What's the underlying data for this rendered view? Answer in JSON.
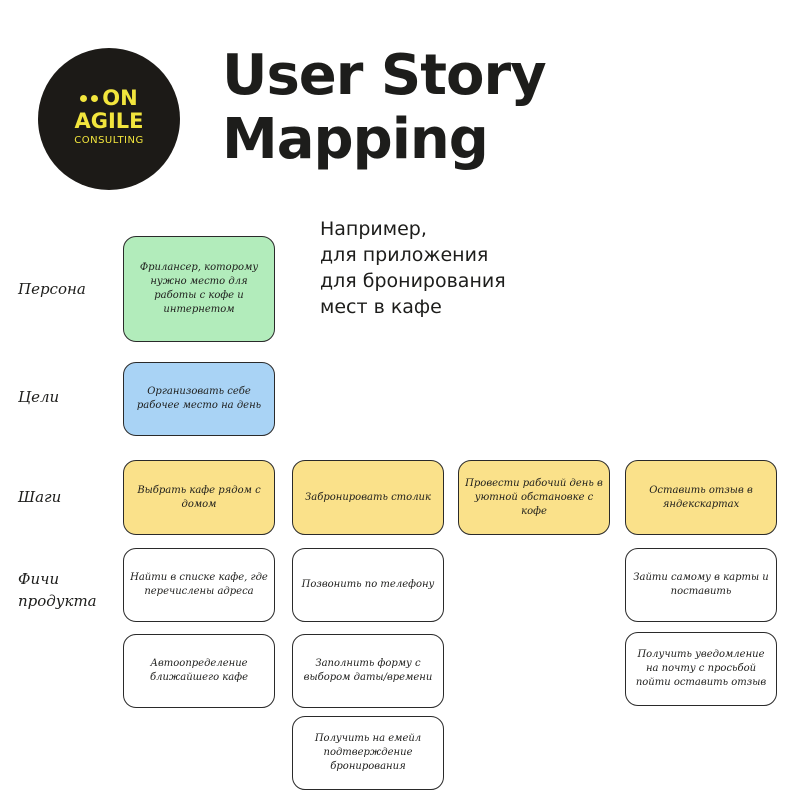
{
  "logo": {
    "line1": "ON",
    "line2": "AGILE",
    "line3": "CONSULTING"
  },
  "title": {
    "line1": "User Story",
    "line2": "Mapping"
  },
  "example": {
    "lines": [
      "Например,",
      "для приложения",
      "для бронирования",
      "мест в кафе"
    ]
  },
  "row_labels": {
    "persona": "Персона",
    "goals": "Цели",
    "steps": "Шаги",
    "features_line1": "Фичи",
    "features_line2": "продукта"
  },
  "persona": "Фрилансер, которому нужно место для работы с кофе и интернетом",
  "goal": "Организовать себе рабочее место на день",
  "steps": [
    "Выбрать кафе рядом с домом",
    "Забронировать столик",
    "Провести рабочий день в уютной обстановке с кофе",
    "Оставить отзыв в яндекскартах"
  ],
  "features": {
    "col1": [
      "Найти в списке кафе, где перечислены адреса",
      "Автоопределение ближайшего кафе"
    ],
    "col2": [
      "Позвонить по телефону",
      "Заполнить форму с выбором даты/времени",
      "Получить на емейл подтверждение бронирования"
    ],
    "col4": [
      "Зайти самому в карты и поставить",
      "Получить уведомление на почту с просьбой пойти оставить отзыв"
    ]
  },
  "colors": {
    "persona": "#b2ecbb",
    "goal": "#a9d3f5",
    "step": "#fae18a",
    "feature": "#ffffff",
    "logo_bg": "#1c1a17",
    "logo_fg": "#f2e53d"
  }
}
